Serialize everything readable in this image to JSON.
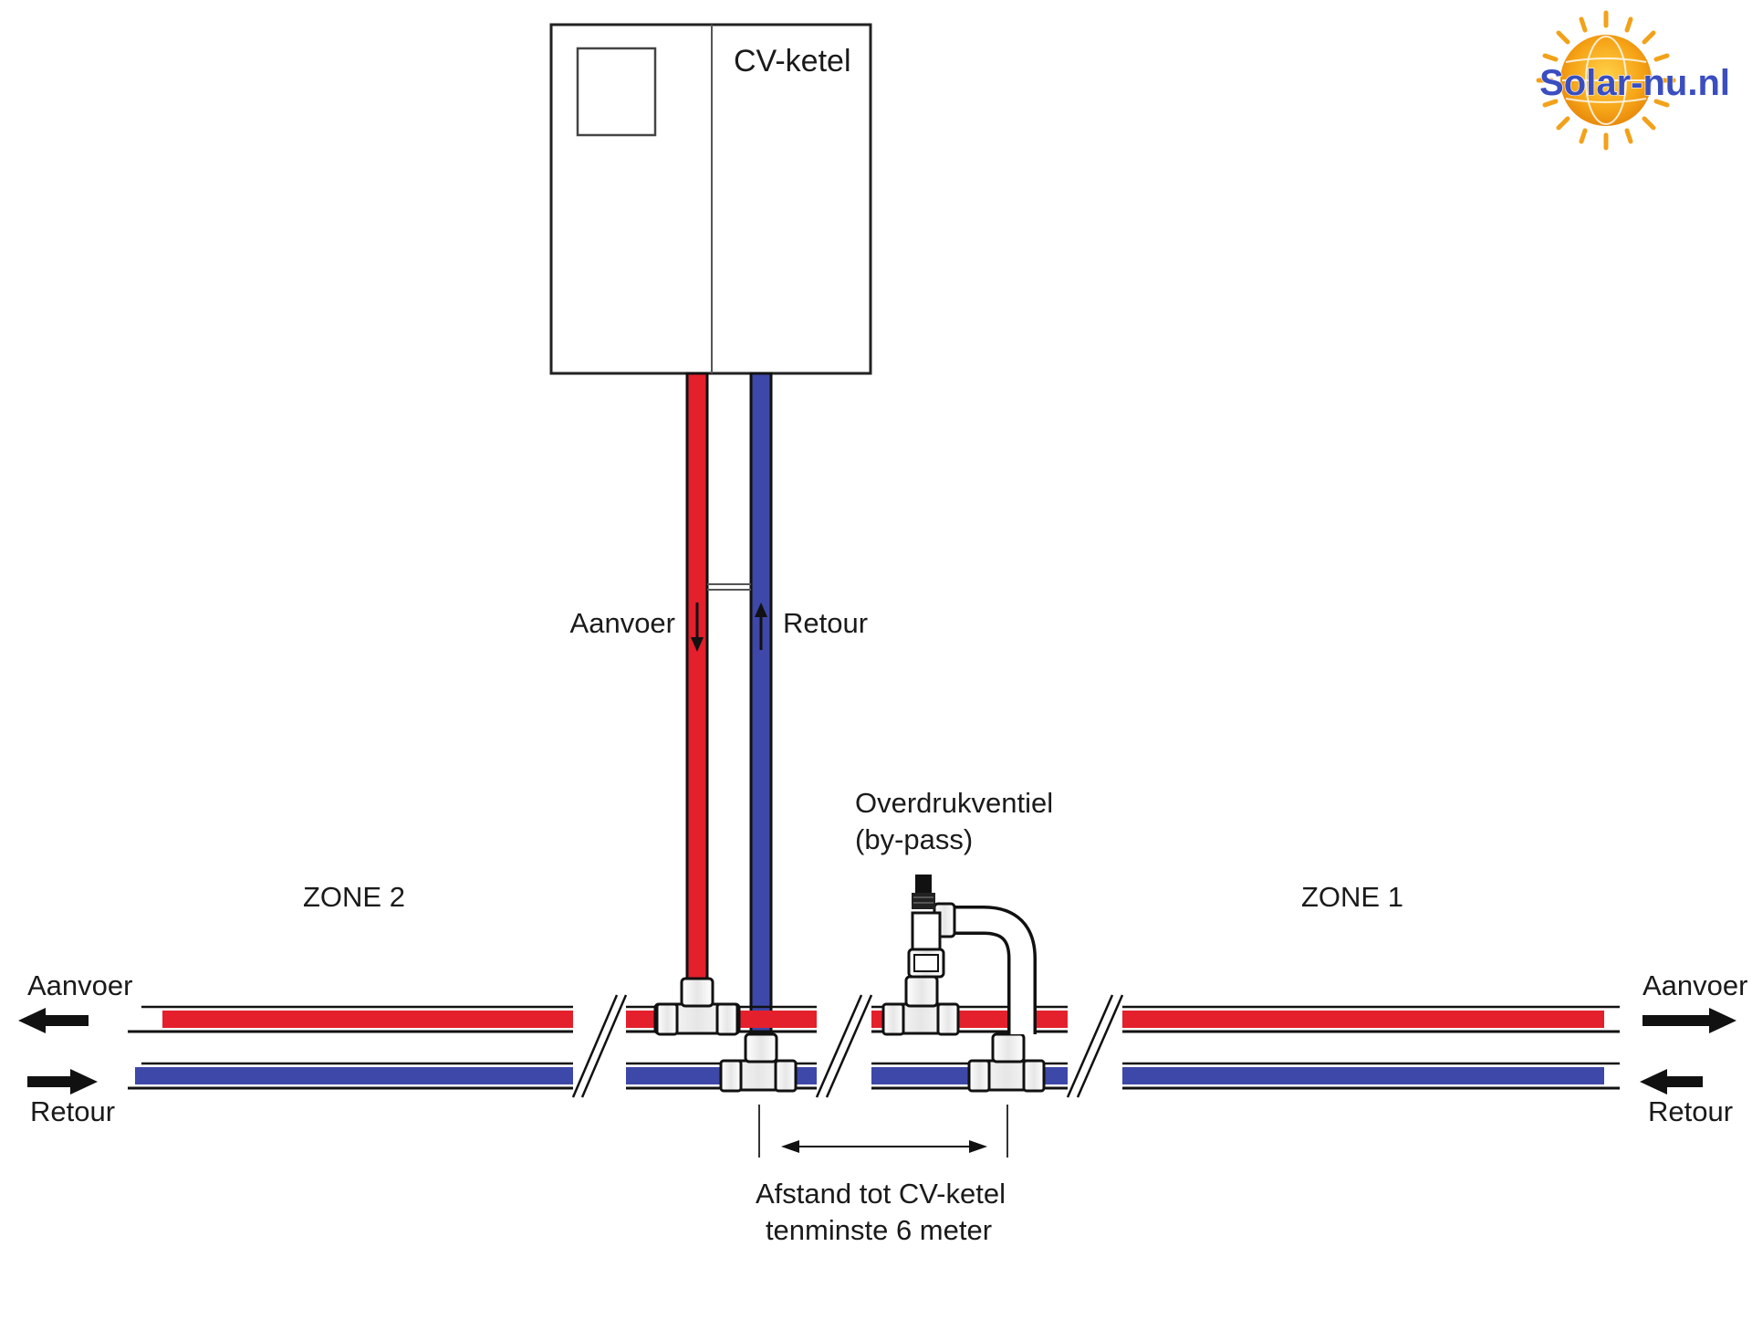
{
  "boiler": {
    "label": "CV-ketel"
  },
  "vertical_pipes": {
    "supply_label": "Aanvoer",
    "return_label": "Retour"
  },
  "zones": {
    "left": "ZONE 2",
    "right": "ZONE 1"
  },
  "left_side": {
    "supply_label": "Aanvoer",
    "return_label": "Retour"
  },
  "right_side": {
    "supply_label": "Aanvoer",
    "return_label": "Retour"
  },
  "valve": {
    "line1": "Overdrukventiel",
    "line2": "(by-pass)"
  },
  "distance_note": {
    "line1": "Afstand tot CV-ketel",
    "line2": "tenminste 6 meter"
  },
  "logo": {
    "text": "Solar-nu.nl"
  },
  "colors": {
    "supply": "#e3202b",
    "return": "#3e48a8",
    "line": "#1a1a1a",
    "arrow": "#111111"
  }
}
